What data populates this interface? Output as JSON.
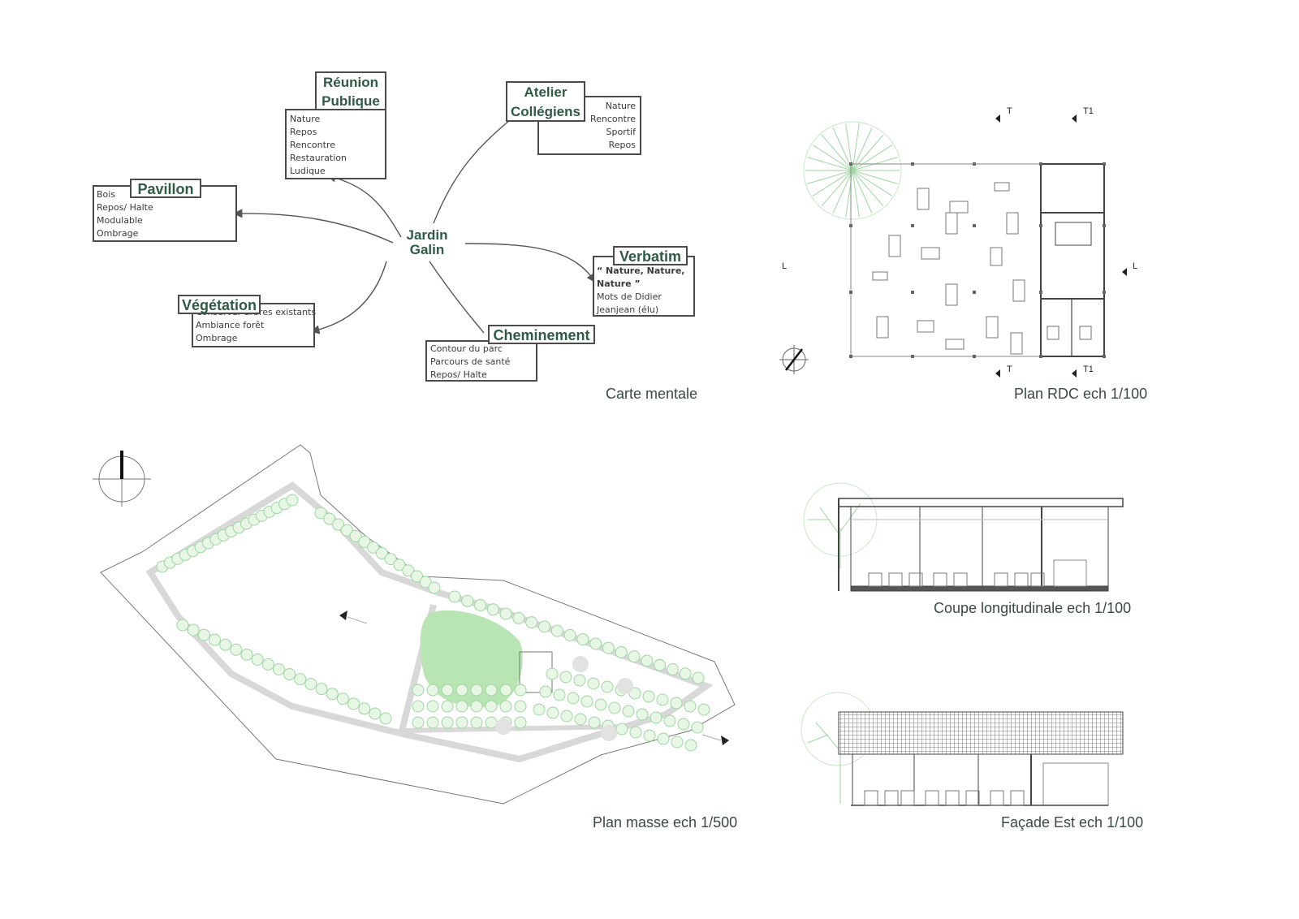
{
  "mind_map": {
    "center": {
      "line1": "Jardin",
      "line2": "Galin"
    },
    "nodes": {
      "reunion": {
        "title1": "Réunion",
        "title2": "Publique",
        "items": [
          "Nature",
          "Repos",
          "Rencontre",
          "Restauration",
          "Ludique"
        ]
      },
      "atelier": {
        "title1": "Atelier",
        "title2": "Collégiens",
        "items": [
          "Nature",
          "Rencontre",
          "Sportif",
          "Repos"
        ]
      },
      "pavillon": {
        "title": "Pavillon",
        "items": [
          "Bois",
          "Repos/ Halte",
          "Modulable",
          "Ombrage"
        ]
      },
      "verbatim": {
        "title": "Verbatim",
        "items": [
          "“ Nature, Nature,",
          "Nature ”",
          "Mots de Didier",
          "Jeanjean (élu)"
        ]
      },
      "vegetation": {
        "title": "Végétation",
        "items": [
          "Conserver arbres existants",
          "Ambiance forêt",
          "Ombrage"
        ]
      },
      "cheminement": {
        "title": "Cheminement",
        "items": [
          "Contour du parc",
          "Parcours de santé",
          "Repos/ Halte"
        ]
      }
    }
  },
  "plan_rdc": {
    "section_marks": {
      "t": "T",
      "t1": "T1",
      "l": "L"
    }
  },
  "captions": {
    "carte": "Carte mentale",
    "plan_rdc": "Plan RDC ech 1/100",
    "coupe": "Coupe longitudinale ech 1/100",
    "masse": "Plan masse ech 1/500",
    "facade": "Façade Est ech 1/100"
  },
  "colors": {
    "accent_green": "#2f5a44",
    "vegetation": "#9fd6a2",
    "lawn": "#b9e4b4",
    "line": "#4b4b4b"
  }
}
